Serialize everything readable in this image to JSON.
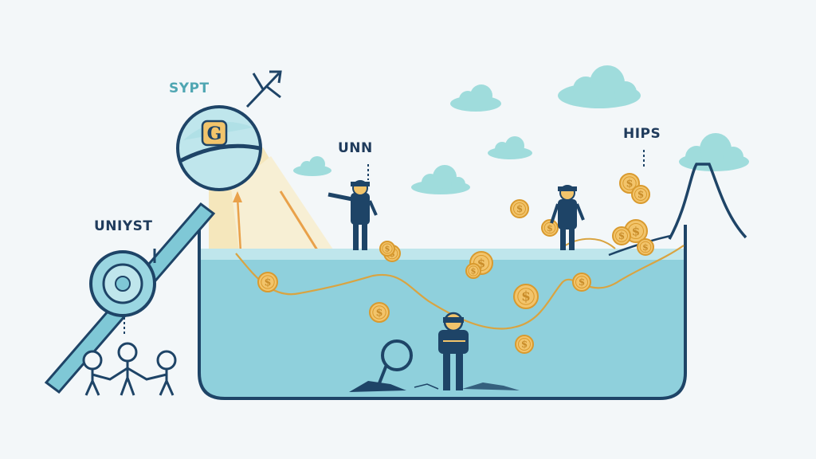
{
  "labels": {
    "sypt": "SYPT",
    "unn": "UNN",
    "hips": "HIPS",
    "unyst": "UNIYST"
  },
  "lens_glyph": "G",
  "coin_glyph": "$",
  "colors": {
    "background": "#f3f7f9",
    "water": "#8fd0dc",
    "water_surface": "#bfe6ec",
    "outline": "#1e4467",
    "cloud": "#9fdcdc",
    "coin": "#f2c46b",
    "coin_edge": "#d99a2e",
    "trail": "#d9a441",
    "pipe": "#7fc8d6",
    "light_beam": "#f6e2a8"
  }
}
